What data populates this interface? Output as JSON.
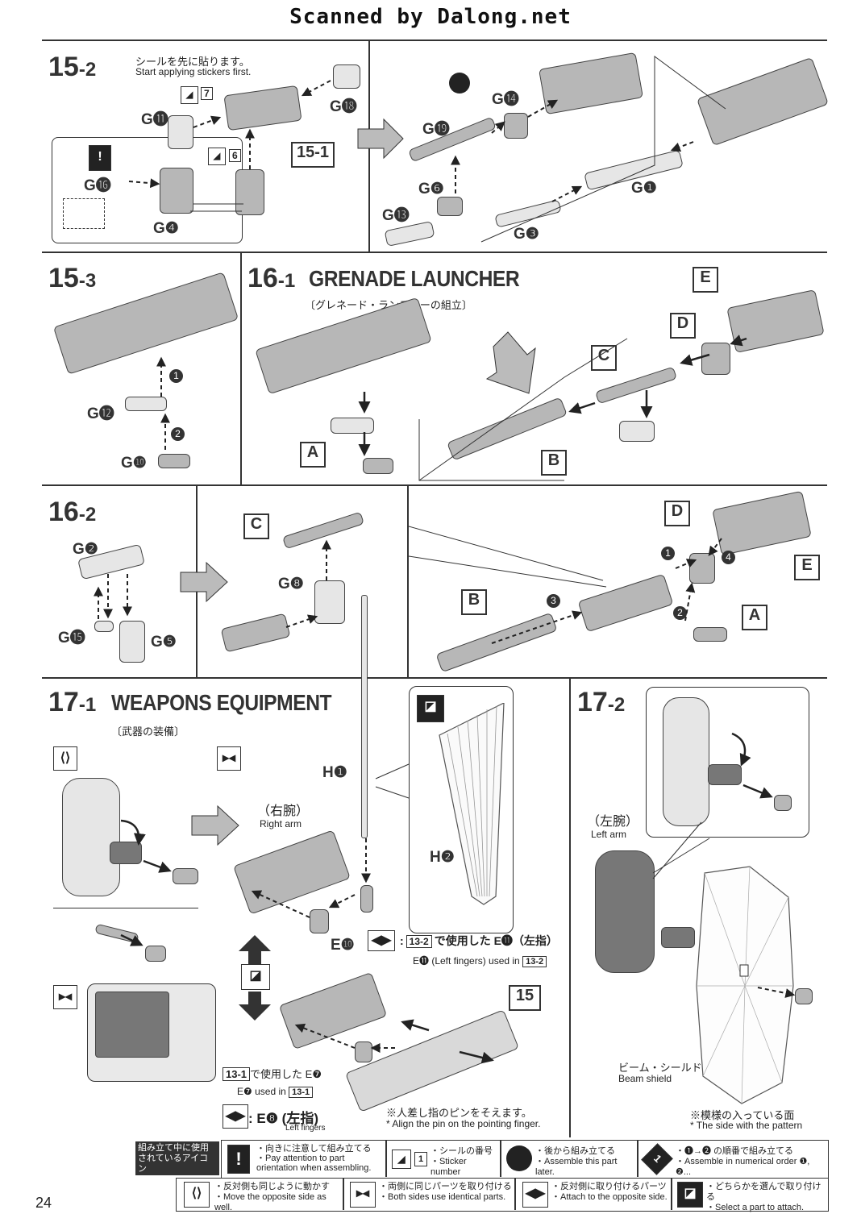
{
  "header": {
    "title": "Scanned by Dalong.net"
  },
  "page_number": "24",
  "steps": {
    "s15_2": {
      "main": "15",
      "sub": "-2",
      "jp": "シールを先に貼ります。",
      "en": "Start applying stickers first.",
      "sticker_7": "7",
      "sticker_6": "6",
      "ref_box": "15-1",
      "parts": {
        "g11": "G⓫",
        "g18": "G⓲",
        "g16": "G⓰",
        "g4": "G❹",
        "g14": "G⓮",
        "g19": "G⓳",
        "g6": "G❻",
        "g13": "G⓭",
        "g1": "G❶",
        "g3": "G❸"
      }
    },
    "s15_3": {
      "main": "15",
      "sub": "-3",
      "parts": {
        "g12": "G⓬",
        "g10": "G❿"
      },
      "order1": "1",
      "order2": "2"
    },
    "s16_1": {
      "main": "16",
      "sub": "-1",
      "title": "GRENADE LAUNCHER",
      "jp": "〔グレネード・ランチャーの組立〕",
      "labels": {
        "a": "A",
        "b": "B",
        "c": "C",
        "d": "D",
        "e": "E"
      }
    },
    "s16_2": {
      "main": "16",
      "sub": "-2",
      "parts": {
        "g2": "G❷",
        "g15": "G⓯",
        "g5": "G❺",
        "g8": "G❽"
      },
      "labels": {
        "a": "A",
        "b": "B",
        "c": "C",
        "d": "D",
        "e": "E"
      },
      "orders": [
        "1",
        "2",
        "3",
        "4"
      ]
    },
    "s17_1": {
      "main": "17",
      "sub": "-1",
      "title": "WEAPONS EQUIPMENT",
      "jp": "〔武器の装備〕",
      "right_arm_jp": "（右腕）",
      "right_arm_en": "Right arm",
      "parts": {
        "h1": "H❶",
        "h2": "H❷",
        "e10": "E❿"
      },
      "note_e11_jp": "で使用した E⓫（左指）",
      "note_e11_ref": "13-2",
      "note_e11_en": "E⓫ (Left fingers) used in",
      "note_e11_en_ref": "13-2",
      "note_e7_ref": "13-1",
      "note_e7_jp": "で使用した E❼",
      "note_e7_en": "E❼ used in",
      "note_e7_en_ref": "13-1",
      "note_e8": ": E❽ (左指)",
      "note_e8_en": "Left fingers",
      "ref_15": "15",
      "pin_jp": "※人差し指のピンをそえます。",
      "pin_en": "* Align the pin on the pointing finger."
    },
    "s17_2": {
      "main": "17",
      "sub": "-2",
      "left_arm_jp": "（左腕）",
      "left_arm_en": "Left arm",
      "shield_jp": "ビーム・シールド",
      "shield_en": "Beam shield",
      "pattern_jp": "※模様の入っている面",
      "pattern_en": "* The side with the pattern"
    }
  },
  "legend": {
    "title_jp1": "組み立て中に使用",
    "title_jp2": "されているアイコン",
    "title_en": "Symbols used in instructions",
    "items": [
      {
        "icon": "!",
        "jp": "・向きに注意して組み立てる",
        "en": "・Pay attention to part orientation when assembling."
      },
      {
        "icon": "1",
        "jp": "・シールの番号",
        "en": "・Sticker number"
      },
      {
        "icon": "dot",
        "jp": "・後から組み立てる",
        "en": "・Assemble this part later."
      },
      {
        "icon": "1→2",
        "jp": "・❶→❷ の順番で組み立てる",
        "en": "・Assemble in numerical order ❶, ❷..."
      },
      {
        "icon": "mirror",
        "jp": "・反対側も同じように動かす",
        "en": "・Move the opposite side as well."
      },
      {
        "icon": "both",
        "jp": "・両側に同じパーツを取り付ける",
        "en": "・Both sides use identical parts."
      },
      {
        "icon": "opposite",
        "jp": "・反対側に取り付けるパーツ",
        "en": "・Attach to the opposite side."
      },
      {
        "icon": "select",
        "jp": "・どちらかを選んで取り付ける",
        "en": "・Select a part to attach."
      }
    ]
  }
}
